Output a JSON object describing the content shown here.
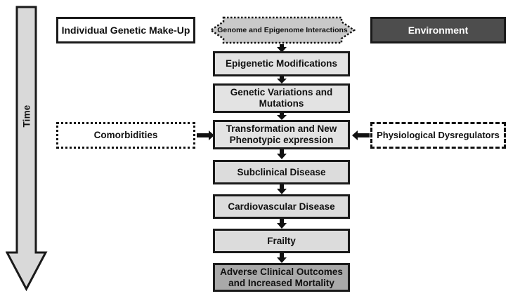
{
  "diagram": {
    "title_hidden": "",
    "time_axis": {
      "label": "Time",
      "icon": "down-arrow"
    },
    "left_boxes": [
      {
        "id": "individual-genetic-makeup",
        "label": "Individual Genetic Make-Up",
        "style": "solid-white"
      },
      {
        "id": "comorbidities",
        "label": "Comorbidities",
        "style": "dotted-white"
      }
    ],
    "right_boxes": [
      {
        "id": "environment",
        "label": "Environment",
        "style": "solid-dark"
      },
      {
        "id": "physiological-dysregulators",
        "label": "Physiological Dysregulators",
        "style": "dashed-white"
      }
    ],
    "banner": {
      "id": "genome-epigenome-interactions",
      "label": "Genome and Epigenome Interactions",
      "style": "double-headed-arrow-dotted-gray"
    },
    "chain": [
      {
        "id": "epigenetic-modifications",
        "line1": "Epigenetic Modifications",
        "line2": "",
        "style": "solid-light"
      },
      {
        "id": "genetic-variations",
        "line1": "Genetic Variations and",
        "line2": "Mutations",
        "style": "solid-light"
      },
      {
        "id": "transformation-phenotype",
        "line1": "Transformation and New",
        "line2": "Phenotypic expression",
        "style": "solid-light"
      },
      {
        "id": "subclinical-disease",
        "line1": "Subclinical Disease",
        "line2": "",
        "style": "solid-light2"
      },
      {
        "id": "cardiovascular-disease",
        "line1": "Cardiovascular Disease",
        "line2": "",
        "style": "solid-light2"
      },
      {
        "id": "frailty",
        "line1": "Frailty",
        "line2": "",
        "style": "solid-light2"
      },
      {
        "id": "adverse-outcomes",
        "line1": "Adverse Clinical Outcomes",
        "line2": "and Increased Mortality",
        "style": "solid-mid"
      }
    ],
    "colors": {
      "outline": "#1a1a1a",
      "light_fill": "#e3e3e3",
      "light_fill_2": "#dcdcdc",
      "mid_fill": "#a9a9a9",
      "dark_fill": "#4d4d4d",
      "banner_fill": "#c9c9c9",
      "time_fill": "#d9d9d9",
      "white": "#ffffff"
    }
  }
}
